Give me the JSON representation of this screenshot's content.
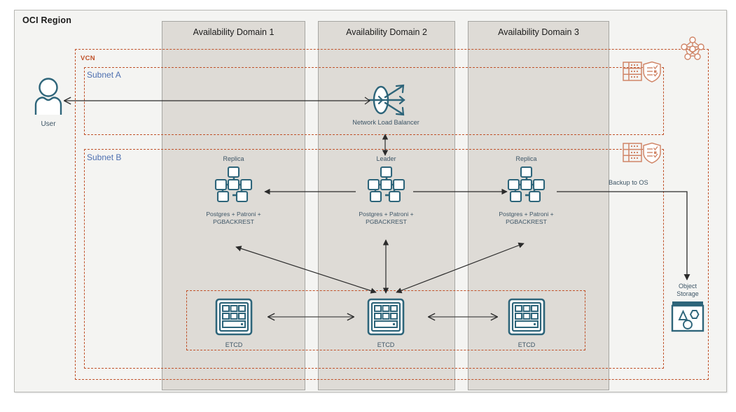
{
  "region": {
    "title": "OCI Region"
  },
  "availability_domains": [
    {
      "label": "Availability Domain 1"
    },
    {
      "label": "Availability Domain 2"
    },
    {
      "label": "Availability Domain 3"
    }
  ],
  "network": {
    "vcn_label": "VCN",
    "subnet_a_label": "Subnet A",
    "subnet_b_label": "Subnet B",
    "vcn_icon": "vcn-topology-icon",
    "subnet_icons": [
      "server-rack-icon",
      "security-list-shield-icon"
    ]
  },
  "actors": {
    "user_label": "User",
    "user_icon": "user-person-icon"
  },
  "load_balancer": {
    "label": "Network Load Balancer",
    "icon": "network-load-balancer-icon"
  },
  "database_nodes": [
    {
      "role": "Replica",
      "stack": "Postgres + Patroni + PGBACKREST",
      "icon": "db-cluster-icon",
      "domain": "Availability Domain 1"
    },
    {
      "role": "Leader",
      "stack": "Postgres + Patroni + PGBACKREST",
      "icon": "db-cluster-icon",
      "domain": "Availability Domain 2"
    },
    {
      "role": "Replica",
      "stack": "Postgres + Patroni + PGBACKREST",
      "icon": "db-cluster-icon",
      "domain": "Availability Domain 3"
    }
  ],
  "etcd_nodes": [
    {
      "label": "ETCD",
      "icon": "etcd-icon",
      "domain": "Availability Domain 1"
    },
    {
      "label": "ETCD",
      "icon": "etcd-icon",
      "domain": "Availability Domain 2"
    },
    {
      "label": "ETCD",
      "icon": "etcd-icon",
      "domain": "Availability Domain 3"
    }
  ],
  "object_storage": {
    "label_line1": "Object",
    "label_line2": "Storage",
    "icon": "object-storage-icon"
  },
  "connections": {
    "backup_label": "Backup to OS"
  },
  "colors": {
    "teal": "#2e657a",
    "orange_dashed": "#c0522a",
    "blue_label": "#4d6fb0",
    "ad_fill": "#dedbd6",
    "region_fill": "#f4f4f2",
    "text_slate": "#3d5566",
    "arrow": "#2b2b2b"
  }
}
